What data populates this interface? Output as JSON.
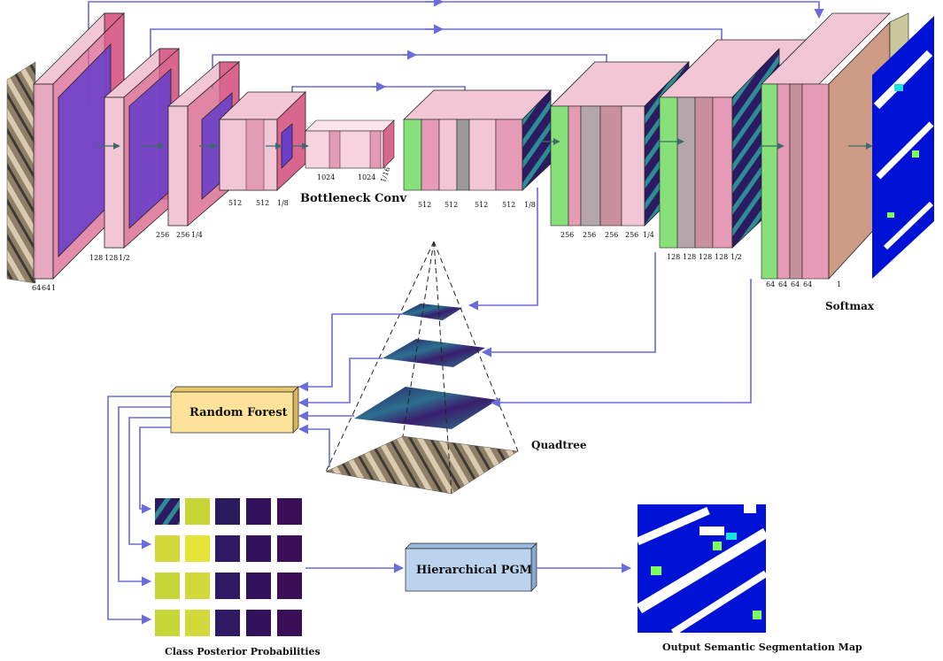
{
  "labels": {
    "bottleneck": "Bottleneck Conv",
    "softmax": "Softmax",
    "quadtree": "Quadtree",
    "random_forest": "Random Forest",
    "hierarchical_pgm": "Hierarchical PGM",
    "class_posterior": "Class Posterior Probabilities",
    "output_map": "Output Semantic Segmentation Map"
  },
  "encoder": {
    "block1": {
      "n1": "64",
      "n2": "64",
      "scale": "1"
    },
    "block2": {
      "n1": "128",
      "n2": "128",
      "scale": "1/2"
    },
    "block3": {
      "n1": "256",
      "n2": "256",
      "scale": "1/4"
    },
    "block4": {
      "n1": "512",
      "n2": "512",
      "scale": "1/8"
    }
  },
  "bottleneck": {
    "n1": "1024",
    "n2": "1024",
    "scale": "1/16"
  },
  "decoder": {
    "block1": {
      "n": [
        "512",
        "512",
        "512",
        "512"
      ],
      "scale": "1/8"
    },
    "block2": {
      "n": [
        "256",
        "256",
        "256",
        "256"
      ],
      "scale": "1/4"
    },
    "block3": {
      "n": [
        "128",
        "128",
        "128",
        "128"
      ],
      "scale": "1/2"
    },
    "block4": {
      "n": [
        "64",
        "64",
        "64",
        "64"
      ],
      "scale": "1"
    }
  },
  "colors": {
    "pink": "#d9668f",
    "pink_light": "#f2c6d4",
    "purple": "#6a3fc8",
    "green": "#88e07a",
    "arrow": "#6b6bdb",
    "rf_box": "#fde39a",
    "pgm_box": "#bcd3ee",
    "seg_blue": "#0012d6"
  }
}
